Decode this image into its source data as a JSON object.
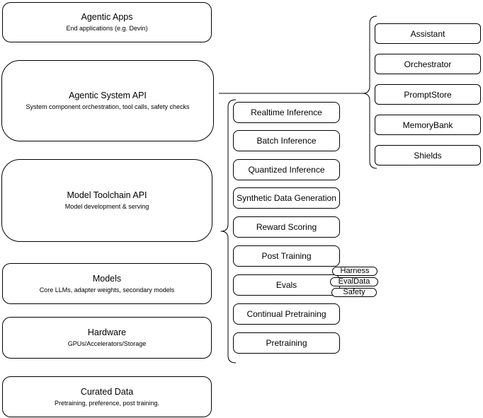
{
  "layers": {
    "left": [
      {
        "title": "Agentic Apps",
        "subtitle": "End applications (e.g. Devin)"
      },
      {
        "title": "Agentic System API",
        "subtitle": "System component orchestration, tool calls, safety checks"
      },
      {
        "title": "Model Toolchain API",
        "subtitle": "Model development & serving"
      },
      {
        "title": "Models",
        "subtitle": "Core LLMs, adapter weights, secondary models"
      },
      {
        "title": "Hardware",
        "subtitle": "GPUs/Accelerators/Storage"
      },
      {
        "title": "Curated Data",
        "subtitle": "Pretraining, preference, post training."
      }
    ],
    "toolchain": [
      "Realtime Inference",
      "Batch Inference",
      "Quantized Inference",
      "Synthetic Data Generation",
      "Reward Scoring",
      "Post Training",
      "Evals",
      "Continual Pretraining",
      "Pretraining"
    ],
    "system_components": [
      "Assistant",
      "Orchestrator",
      "PromptStore",
      "MemoryBank",
      "Shields"
    ],
    "evals_tags": [
      "Harness",
      "EvalData",
      "Safety"
    ]
  },
  "colors": {
    "stroke": "#000000",
    "fill": "#ffffff",
    "background": "#ffffff"
  }
}
